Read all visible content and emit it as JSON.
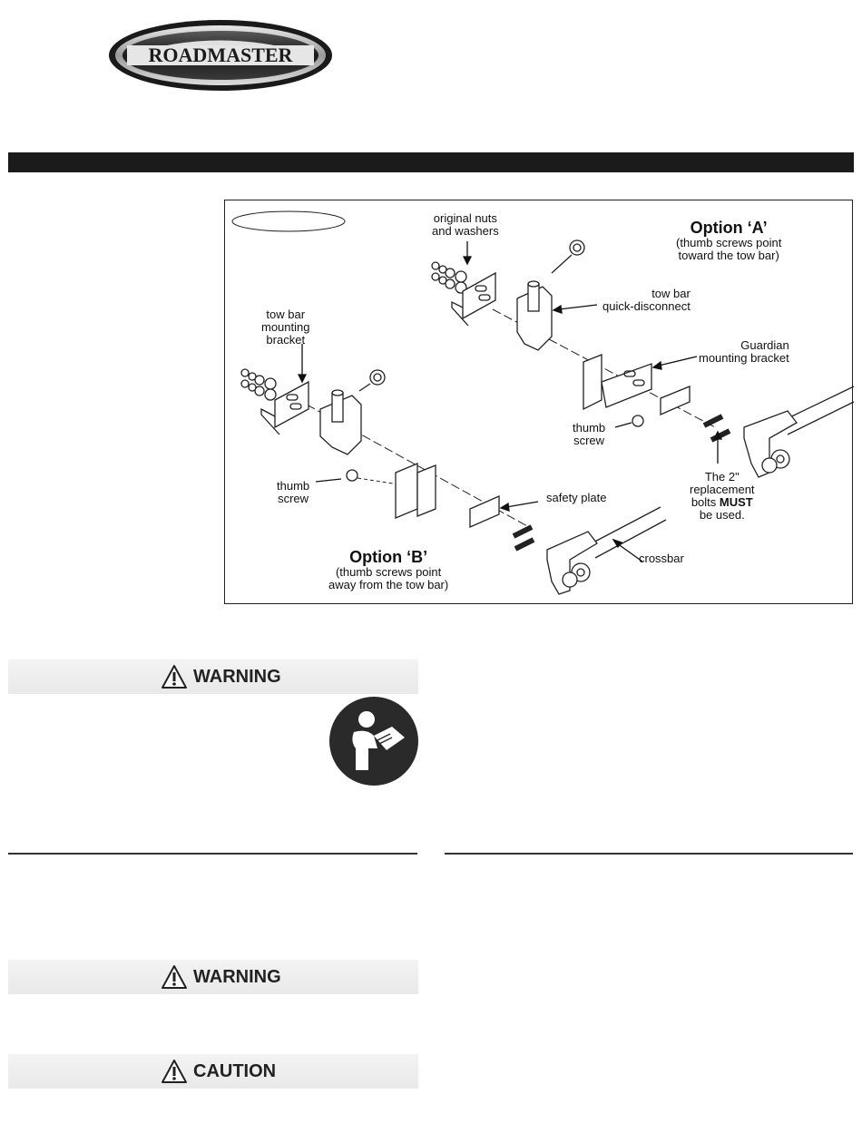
{
  "brand": {
    "name": "ROADMASTER"
  },
  "figure": {
    "option_a": {
      "title": "Option ‘A’",
      "line1": "(thumb screws point",
      "line2": "toward the tow bar)"
    },
    "option_b": {
      "title": "Option ‘B’",
      "line1": "(thumb screws point",
      "line2": "away from the tow bar)"
    },
    "labels": {
      "nuts_1": "original nuts",
      "nuts_2": "and washers",
      "towbar_qd_1": "tow bar",
      "towbar_qd_2": "quick-disconnect",
      "towbar_bracket_1": "tow bar",
      "towbar_bracket_2": "mounting",
      "towbar_bracket_3": "bracket",
      "guardian_1": "Guardian",
      "guardian_2": "mounting bracket",
      "thumb_a_1": "thumb",
      "thumb_a_2": "screw",
      "thumb_b_1": "thumb",
      "thumb_b_2": "screw",
      "safety_plate": "safety plate",
      "crossbar": "crossbar",
      "bolts_1": "The 2\"",
      "bolts_2": "replacement",
      "bolts_3a": "bolts ",
      "bolts_3b": "MUST",
      "bolts_4": "be used."
    }
  },
  "warnings": {
    "band1": "WARNING",
    "band2": "WARNING",
    "band3": "CAUTION"
  },
  "icons": {
    "manual": "read-manual-icon",
    "alert": "warning-triangle-icon"
  }
}
